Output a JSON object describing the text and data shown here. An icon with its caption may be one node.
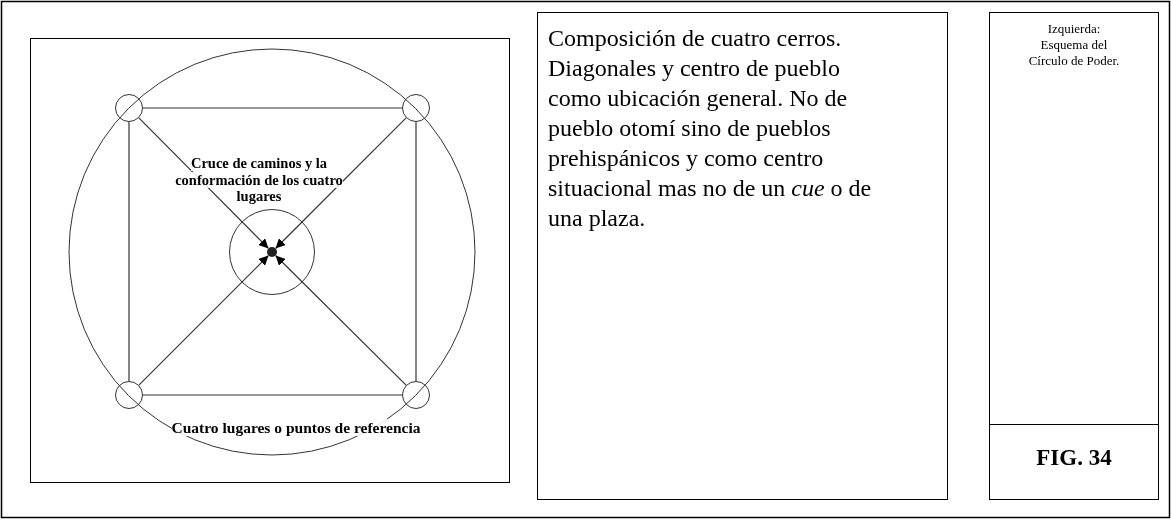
{
  "diagram": {
    "nodes": [
      {
        "text": [
          "Cruce de caminos y la conformación de los cuatro lugares",
          "Cuatro lugares o puntos de referencia"
        ]
      },
      {
        "text": [],
        "shape": "circle",
        "in": 0
      },
      {
        "text": [],
        "shape": "circle",
        "in": 0
      },
      {
        "text": [],
        "shape": "circle",
        "in": 0
      },
      {
        "text": [],
        "shape": "circle",
        "in": 0
      },
      {
        "text": [],
        "shape": "circle",
        "in": 0
      },
      {
        "text": [],
        "shape": "circle",
        "in": 5
      },
      {
        "text": [
          "Composición de cuatro cerros. Diagonales y centro de pueblo como ubicación general. No de pueblo otomí sino de pueblos prehispánicos y como centro situacional mas no de un *cue* o de una plaza."
        ]
      },
      {
        "text": [
          "Izquierda: Esquema del Círculo de Poder."
        ]
      },
      {
        "text": [
          "FIG. 34"
        ],
        "in": 8
      }
    ],
    "edges": [
      {
        "from": 1,
        "to": 2,
        "arrow": "none"
      },
      {
        "from": 2,
        "to": 4,
        "arrow": "none"
      },
      {
        "from": 4,
        "to": 3,
        "arrow": "none"
      },
      {
        "from": 3,
        "to": 1,
        "arrow": "none"
      },
      {
        "from": 1,
        "to": 6,
        "arrow": "to"
      },
      {
        "from": 2,
        "to": 6,
        "arrow": "to"
      },
      {
        "from": 3,
        "to": 6,
        "arrow": "to"
      },
      {
        "from": 4,
        "to": 6,
        "arrow": "to"
      }
    ]
  }
}
